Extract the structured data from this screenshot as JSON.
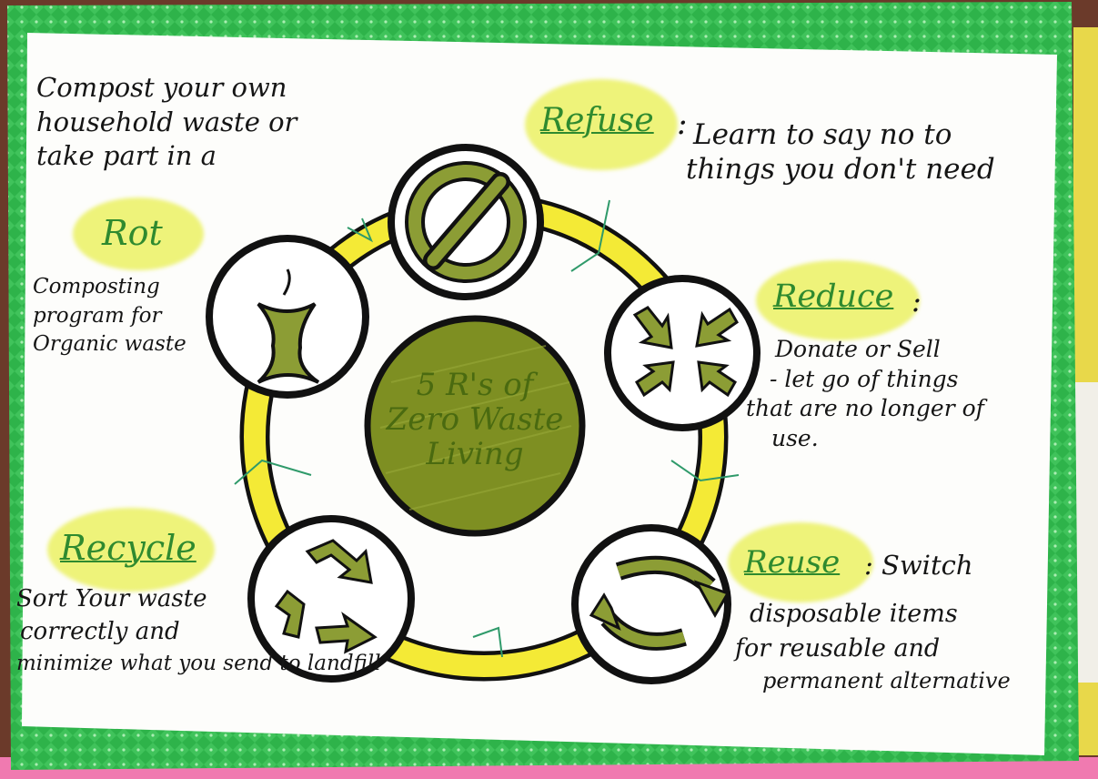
{
  "center": {
    "line1": "5 R's of",
    "line2": "Zero Waste",
    "line3": "Living"
  },
  "refuse": {
    "name": "Refuse",
    "suffix": ":",
    "line1": "Learn to say no to",
    "line2": "things you don't need",
    "icon": "no-sign-icon"
  },
  "reduce": {
    "name": "Reduce",
    "suffix": ":",
    "line1": "Donate or Sell",
    "line2": "- let go of things",
    "line3": "that are no longer of",
    "line4": "use.",
    "icon": "inward-arrows-icon"
  },
  "reuse": {
    "name": "Reuse",
    "suffix": ": Switch",
    "line1": "disposable items",
    "line2": "for reusable and",
    "line3": "permanent alternative",
    "icon": "circular-arrows-icon"
  },
  "recycle": {
    "name": "Recycle",
    "line1": "Sort Your waste",
    "line2": "correctly and",
    "line3": "minimize what you send to landfill",
    "icon": "recycle-icon"
  },
  "rot": {
    "name": "Rot",
    "intro1": "Compost your own",
    "intro2": "household waste or",
    "intro3": "take part in a",
    "line1": "Composting",
    "line2": "program for",
    "line3": "Organic waste",
    "icon": "apple-core-icon"
  },
  "colors": {
    "border_green": "#2eb34a",
    "paper": "#fdfdfb",
    "ring_yellow": "#f4ea36",
    "icon_olive": "#8c9d35",
    "center_olive": "#7e8f22",
    "highlight_yellow": "#eef37a",
    "title_green": "#2f8a2f"
  }
}
